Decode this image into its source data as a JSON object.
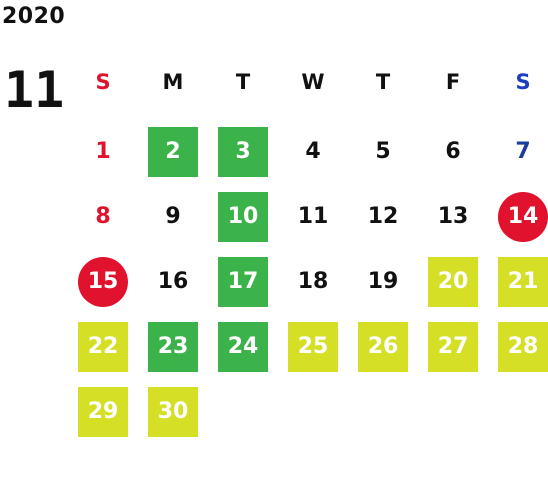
{
  "year": "2020",
  "month": "11",
  "weekdays": [
    {
      "label": "S",
      "color": "#e0122d"
    },
    {
      "label": "M",
      "color": "#111111"
    },
    {
      "label": "T",
      "color": "#111111"
    },
    {
      "label": "W",
      "color": "#111111"
    },
    {
      "label": "T",
      "color": "#111111"
    },
    {
      "label": "F",
      "color": "#111111"
    },
    {
      "label": "S",
      "color": "#1a3ec0"
    }
  ],
  "colors": {
    "green": "#3cb34a",
    "yellow": "#d4df25",
    "holiday_red": "#e0122d",
    "saturday_blue": "#1a3e9a"
  },
  "days": [
    {
      "day": "1",
      "style": "sun"
    },
    {
      "day": "2",
      "style": "green"
    },
    {
      "day": "3",
      "style": "green"
    },
    {
      "day": "4",
      "style": "plain"
    },
    {
      "day": "5",
      "style": "plain"
    },
    {
      "day": "6",
      "style": "plain"
    },
    {
      "day": "7",
      "style": "sat"
    },
    {
      "day": "8",
      "style": "sun"
    },
    {
      "day": "9",
      "style": "plain"
    },
    {
      "day": "10",
      "style": "green"
    },
    {
      "day": "11",
      "style": "plain"
    },
    {
      "day": "12",
      "style": "plain"
    },
    {
      "day": "13",
      "style": "plain"
    },
    {
      "day": "14",
      "style": "circle"
    },
    {
      "day": "15",
      "style": "circle"
    },
    {
      "day": "16",
      "style": "plain"
    },
    {
      "day": "17",
      "style": "green"
    },
    {
      "day": "18",
      "style": "plain"
    },
    {
      "day": "19",
      "style": "plain"
    },
    {
      "day": "20",
      "style": "yellow"
    },
    {
      "day": "21",
      "style": "yellow"
    },
    {
      "day": "22",
      "style": "yellow"
    },
    {
      "day": "23",
      "style": "green"
    },
    {
      "day": "24",
      "style": "green"
    },
    {
      "day": "25",
      "style": "yellow"
    },
    {
      "day": "26",
      "style": "yellow"
    },
    {
      "day": "27",
      "style": "yellow"
    },
    {
      "day": "28",
      "style": "yellow"
    },
    {
      "day": "29",
      "style": "yellow"
    },
    {
      "day": "30",
      "style": "yellow"
    }
  ]
}
